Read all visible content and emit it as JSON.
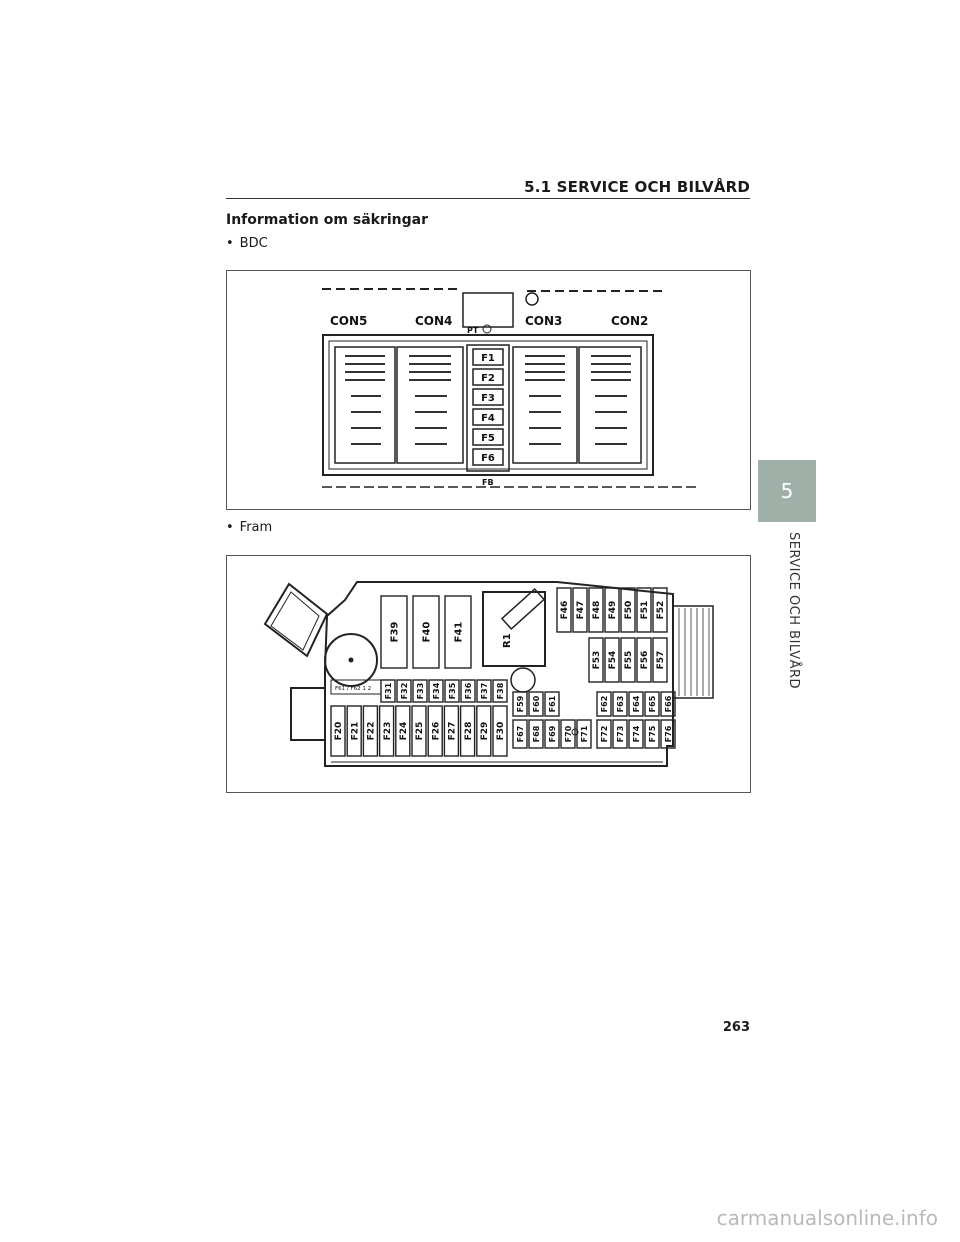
{
  "header": {
    "title": "5.1  SERVICE OCH BILVÅRD"
  },
  "section": {
    "title": "Information om säkringar"
  },
  "bullets": [
    {
      "label": "BDC"
    },
    {
      "label": "Fram"
    }
  ],
  "bdc_diagram": {
    "connectors": [
      "CON5",
      "CON4",
      "CON3",
      "CON2"
    ],
    "fuses": [
      "F1",
      "F2",
      "F3",
      "F4",
      "F5",
      "F6"
    ],
    "labels": {
      "pt": "PT",
      "fb": "FB"
    }
  },
  "front_diagram": {
    "label_strip": "F61 / F62  1  2",
    "big_fuses": [
      "F39",
      "F40",
      "F41"
    ],
    "relay": "R1",
    "top_right": [
      "F46",
      "F47",
      "F48",
      "F49",
      "F50",
      "F51",
      "F52"
    ],
    "mid_right": [
      "F53",
      "F54",
      "F55",
      "F56",
      "F57"
    ],
    "small_row": [
      "F31",
      "F32",
      "F33",
      "F34",
      "F35",
      "F36",
      "F37",
      "F38"
    ],
    "bottom_left": [
      "F20",
      "F21",
      "F22",
      "F23",
      "F24",
      "F25",
      "F26",
      "F27",
      "F28",
      "F29",
      "F30"
    ],
    "mid_center": [
      "F59",
      "F60",
      "F61"
    ],
    "bottom_center": [
      "F67",
      "F68",
      "F69",
      "F70",
      "F71"
    ],
    "right_row_a": [
      "F62",
      "F63",
      "F64",
      "F65",
      "F66"
    ],
    "right_row_b": [
      "F72",
      "F73",
      "F74",
      "F75",
      "F76"
    ]
  },
  "side_tab": {
    "number": "5",
    "label": "SERVICE OCH BILVÅRD"
  },
  "page": {
    "number": "263"
  },
  "watermark": {
    "text": "carmanualsonline.info"
  }
}
